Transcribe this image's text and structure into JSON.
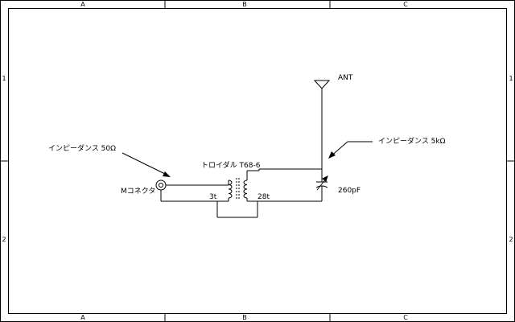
{
  "sheet": {
    "columns": [
      "A",
      "B",
      "C"
    ],
    "rows": [
      "1",
      "2"
    ]
  },
  "labels": {
    "antenna": "ANT",
    "impedance_low": "インピーダンス 50Ω",
    "impedance_high": "インピーダンス 5kΩ",
    "connector": "Mコネクタ",
    "toroid": "トロイダル T68-6",
    "primary_turns": "3t",
    "secondary_turns": "28t",
    "capacitor": "260pF"
  }
}
